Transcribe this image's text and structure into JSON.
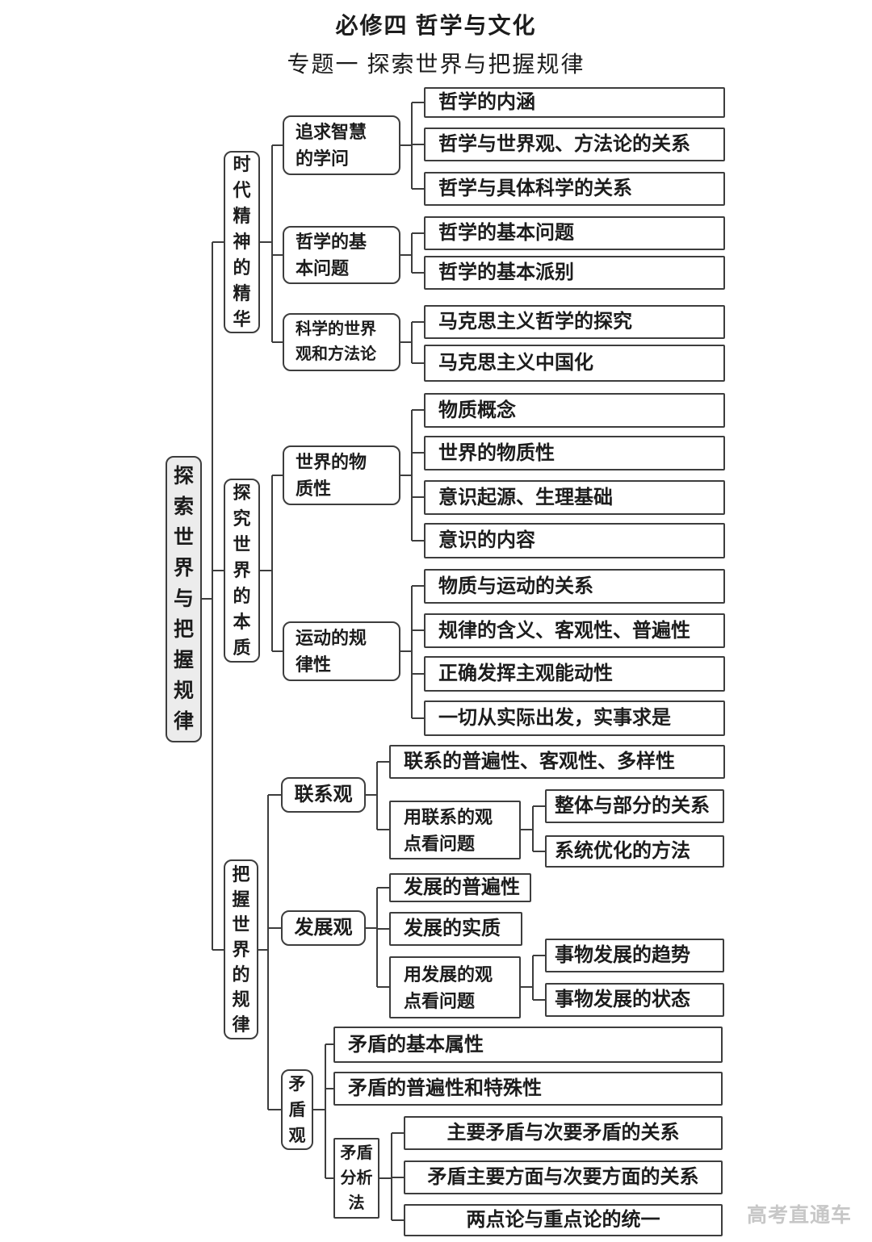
{
  "page": {
    "title": "必修四 哲学与文化",
    "subtitle": "专题一 探索世界与把握规律",
    "watermark": "高考直通车"
  },
  "tree": {
    "root_label": "探索世界与把握规律",
    "branches": [
      {
        "label": "时代精神的精华",
        "children": [
          {
            "label": "追求智慧的学问",
            "children": [
              {
                "label": "哲学的内涵"
              },
              {
                "label": "哲学与世界观、方法论的关系"
              },
              {
                "label": "哲学与具体科学的关系"
              }
            ]
          },
          {
            "label": "哲学的基本问题",
            "children": [
              {
                "label": "哲学的基本问题"
              },
              {
                "label": "哲学的基本派别"
              }
            ]
          },
          {
            "label": "科学的世界观和方法论",
            "children": [
              {
                "label": "马克思主义哲学的探究"
              },
              {
                "label": "马克思主义中国化"
              }
            ]
          }
        ]
      },
      {
        "label": "探究世界的本质",
        "children": [
          {
            "label": "世界的物质性",
            "children": [
              {
                "label": "物质概念"
              },
              {
                "label": "世界的物质性"
              },
              {
                "label": "意识起源、生理基础"
              },
              {
                "label": "意识的内容"
              }
            ]
          },
          {
            "label": "运动的规律性",
            "children": [
              {
                "label": "物质与运动的关系"
              },
              {
                "label": "规律的含义、客观性、普遍性"
              },
              {
                "label": "正确发挥主观能动性"
              },
              {
                "label": "一切从实际出发，实事求是"
              }
            ]
          }
        ]
      },
      {
        "label": "把握世界的规律",
        "children": [
          {
            "label": "联系观",
            "children": [
              {
                "label": "联系的普遍性、客观性、多样性"
              },
              {
                "label": "用联系的观点看问题",
                "children": [
                  {
                    "label": "整体与部分的关系"
                  },
                  {
                    "label": "系统优化的方法"
                  }
                ]
              }
            ]
          },
          {
            "label": "发展观",
            "children": [
              {
                "label": "发展的普遍性"
              },
              {
                "label": "发展的实质"
              },
              {
                "label": "用发展的观点看问题",
                "children": [
                  {
                    "label": "事物发展的趋势"
                  },
                  {
                    "label": "事物发展的状态"
                  }
                ]
              }
            ]
          },
          {
            "label": "矛盾观",
            "children": [
              {
                "label": "矛盾的基本属性"
              },
              {
                "label": "矛盾的普遍性和特殊性"
              },
              {
                "label": "矛盾分析法",
                "children": [
                  {
                    "label": "主要矛盾与次要矛盾的关系"
                  },
                  {
                    "label": "矛盾主要方面与次要方面的关系"
                  },
                  {
                    "label": "两点论与重点论的统一"
                  }
                ]
              }
            ]
          }
        ]
      }
    ]
  }
}
